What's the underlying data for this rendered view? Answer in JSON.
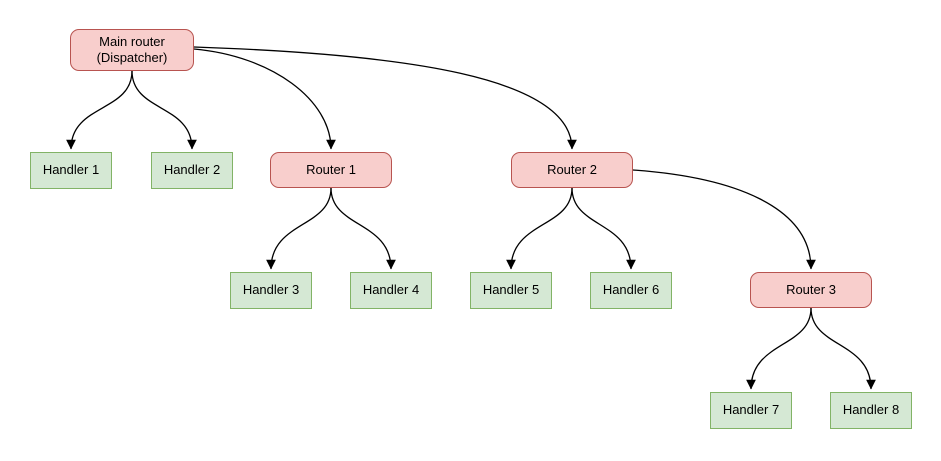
{
  "diagram": {
    "type": "flowchart-tree",
    "nodes": {
      "main": {
        "label": "Main router\n(Dispatcher)",
        "type": "router"
      },
      "handler1": {
        "label": "Handler 1",
        "type": "handler"
      },
      "handler2": {
        "label": "Handler 2",
        "type": "handler"
      },
      "router1": {
        "label": "Router 1",
        "type": "router"
      },
      "router2": {
        "label": "Router 2",
        "type": "router"
      },
      "handler3": {
        "label": "Handler 3",
        "type": "handler"
      },
      "handler4": {
        "label": "Handler 4",
        "type": "handler"
      },
      "handler5": {
        "label": "Handler 5",
        "type": "handler"
      },
      "handler6": {
        "label": "Handler 6",
        "type": "handler"
      },
      "router3": {
        "label": "Router 3",
        "type": "router"
      },
      "handler7": {
        "label": "Handler 7",
        "type": "handler"
      },
      "handler8": {
        "label": "Handler 8",
        "type": "handler"
      }
    },
    "edges": [
      {
        "from": "main",
        "to": "handler1"
      },
      {
        "from": "main",
        "to": "handler2"
      },
      {
        "from": "main",
        "to": "router1"
      },
      {
        "from": "main",
        "to": "router2"
      },
      {
        "from": "router1",
        "to": "handler3"
      },
      {
        "from": "router1",
        "to": "handler4"
      },
      {
        "from": "router2",
        "to": "handler5"
      },
      {
        "from": "router2",
        "to": "handler6"
      },
      {
        "from": "router2",
        "to": "router3"
      },
      {
        "from": "router3",
        "to": "handler7"
      },
      {
        "from": "router3",
        "to": "handler8"
      }
    ],
    "palette": {
      "router_fill": "#f8cecc",
      "router_border": "#b85450",
      "handler_fill": "#d5e8d4",
      "handler_border": "#82b366",
      "edge_color": "#000000",
      "background": "#ffffff"
    }
  }
}
